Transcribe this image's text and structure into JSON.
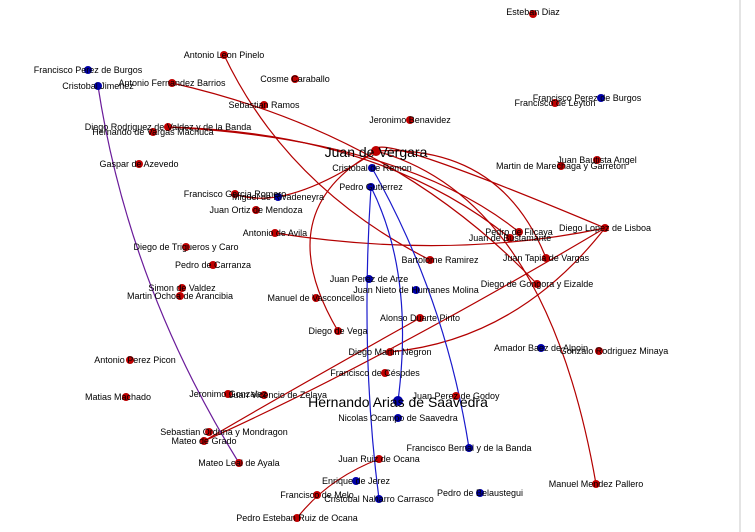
{
  "colors": {
    "red": "#c00000",
    "blue": "#0000aa",
    "purple": "#6a1b9a",
    "edge_red": "#b30000",
    "edge_blue": "#1a1acc",
    "edge_purple": "#6a1b9a"
  },
  "nodes": [
    {
      "id": "esteban-diaz",
      "label": "Esteban Diaz",
      "color": "red",
      "large": false
    },
    {
      "id": "antonio-leon-pinelo",
      "label": "Antonio Leon Pinelo",
      "color": "red",
      "large": false
    },
    {
      "id": "francisco-perez-de-burgos-l",
      "label": "Francisco Perez de Burgos",
      "color": "blue",
      "large": false
    },
    {
      "id": "cristobal-jimenez",
      "label": "Cristobal Jimenez",
      "color": "blue",
      "large": false
    },
    {
      "id": "antonio-fernandez-barrios",
      "label": "Antonio Fernandez Barrios",
      "color": "red",
      "large": false
    },
    {
      "id": "cosme-caraballo",
      "label": "Cosme Caraballo",
      "color": "red",
      "large": false
    },
    {
      "id": "sebastian-ramos",
      "label": "Sebastian Ramos",
      "color": "red",
      "large": false
    },
    {
      "id": "francisco-perez-de-burgos-r",
      "label": "Francisco Perez de Burgos",
      "color": "blue",
      "large": false
    },
    {
      "id": "francisco-de-leyton",
      "label": "Francisco de Leyton",
      "color": "red",
      "large": false
    },
    {
      "id": "jeronimo-benavidez",
      "label": "Jeronimo Benavidez",
      "color": "red",
      "large": false
    },
    {
      "id": "diego-rodriguez",
      "label": "Diego Rodriguez de Valdez y de la Banda",
      "color": "red",
      "large": false
    },
    {
      "id": "hernando-vargas-machuca",
      "label": "Hernando de Vargas Machuca",
      "color": "red",
      "large": false
    },
    {
      "id": "juan-de-vergara",
      "label": "Juan de Vergara",
      "color": "red",
      "large": true
    },
    {
      "id": "juan-bautista-angel",
      "label": "Juan Bautista Angel",
      "color": "red",
      "large": false
    },
    {
      "id": "martin-de-marechaga",
      "label": "Martin de Marechaga y Garreton",
      "color": "red",
      "large": false
    },
    {
      "id": "gaspar-de-azevedo",
      "label": "Gaspar de Azevedo",
      "color": "red",
      "large": false
    },
    {
      "id": "cristobal-de-remon",
      "label": "Cristobal de Remon",
      "color": "blue",
      "large": false
    },
    {
      "id": "pedro-gutierrez",
      "label": "Pedro Gutierrez",
      "color": "blue",
      "large": false
    },
    {
      "id": "francisco-garcia-romero",
      "label": "Francisco Garcia Romero",
      "color": "red",
      "large": false
    },
    {
      "id": "miguel-de-rivadeneyra",
      "label": "Miguel de Rivadeneyra",
      "color": "blue",
      "large": false
    },
    {
      "id": "juan-ortiz-de-mendoza",
      "label": "Juan Ortiz de Mendoza",
      "color": "red",
      "large": false
    },
    {
      "id": "diego-lopez-de-lisboa",
      "label": "Diego Lopez de Lisboa",
      "color": "red",
      "large": false
    },
    {
      "id": "pedro-de-filcaya",
      "label": "Pedro de Filcaya",
      "color": "red",
      "large": false
    },
    {
      "id": "juan-de-bustamante",
      "label": "Juan de Bustamante",
      "color": "red",
      "large": false
    },
    {
      "id": "antonio-de-avila",
      "label": "Antonio de Avila",
      "color": "red",
      "large": false
    },
    {
      "id": "diego-de-trigueros",
      "label": "Diego de Trigueros y Caro",
      "color": "red",
      "large": false
    },
    {
      "id": "juan-tapia-de-vargas",
      "label": "Juan Tapia de Vargas",
      "color": "red",
      "large": false
    },
    {
      "id": "pedro-de-carranza",
      "label": "Pedro de Carranza",
      "color": "red",
      "large": false
    },
    {
      "id": "bartolome-ramirez",
      "label": "Bartolome Ramirez",
      "color": "red",
      "large": false
    },
    {
      "id": "juan-perez-de-arze",
      "label": "Juan Perez de Arze",
      "color": "blue",
      "large": false
    },
    {
      "id": "diego-de-gongora",
      "label": "Diego de Gongora y Eizalde",
      "color": "red",
      "large": false
    },
    {
      "id": "simon-de-valdez",
      "label": "Simon de Valdez",
      "color": "red",
      "large": false
    },
    {
      "id": "juan-nieto",
      "label": "Juan Nieto de Humanes Molina",
      "color": "blue",
      "large": false
    },
    {
      "id": "martin-ochoa",
      "label": "Martin Ochoa de Arancibia",
      "color": "red",
      "large": false
    },
    {
      "id": "manuel-de-vasconcellos",
      "label": "Manuel de Vasconcellos",
      "color": "red",
      "large": false
    },
    {
      "id": "alonso-duarte-pinto",
      "label": "Alonso Duarte Pinto",
      "color": "red",
      "large": false
    },
    {
      "id": "diego-de-vega",
      "label": "Diego de Vega",
      "color": "red",
      "large": false
    },
    {
      "id": "amador-baez",
      "label": "Amador Baez de Alpoin",
      "color": "blue",
      "large": false
    },
    {
      "id": "gonzalo-rodriguez-minaya",
      "label": "Gonzalo Rodriguez Minaya",
      "color": "red",
      "large": false
    },
    {
      "id": "diego-martin-negron",
      "label": "Diego Martin Negron",
      "color": "red",
      "large": false
    },
    {
      "id": "antonio-perez-picon",
      "label": "Antonio Perez Picon",
      "color": "red",
      "large": false
    },
    {
      "id": "francisco-de-cespedes",
      "label": "Francisco de Céspdes",
      "color": "red",
      "large": false
    },
    {
      "id": "juan-perez-de-godoy",
      "label": "Juan Perez de Godoy",
      "color": "red",
      "large": false
    },
    {
      "id": "matias-machado",
      "label": "Matias Machado",
      "color": "red",
      "large": false
    },
    {
      "id": "jeronimo-gonzalez",
      "label": "Jeronimo Gonzalez",
      "color": "red",
      "large": false
    },
    {
      "id": "juan-vicencio-de-zelaya",
      "label": "Juan Vicencio de Zelaya",
      "color": "red",
      "large": false
    },
    {
      "id": "hernando-arias-de-saavedra",
      "label": "Hernando Arias de Saavedra",
      "color": "blue",
      "large": true
    },
    {
      "id": "nicolas-ocampo",
      "label": "Nicolas Ocampo de Saavedra",
      "color": "blue",
      "large": false
    },
    {
      "id": "sebastian-orduna",
      "label": "Sebastian Orduna y Mondragon",
      "color": "red",
      "large": false
    },
    {
      "id": "mateo-de-grado",
      "label": "Mateo de Grado",
      "color": "red",
      "large": false
    },
    {
      "id": "francisco-bernal",
      "label": "Francisco Bernal y de la Banda",
      "color": "blue",
      "large": false
    },
    {
      "id": "mateo-leal-de-ayala",
      "label": "Mateo Leal de Ayala",
      "color": "red",
      "large": false
    },
    {
      "id": "juan-ruiz-de-ocana",
      "label": "Juan Ruiz de Ocana",
      "color": "red",
      "large": false
    },
    {
      "id": "enrique-de-jerez",
      "label": "Enrique de Jerez",
      "color": "blue",
      "large": false
    },
    {
      "id": "manuel-mendez-pallero",
      "label": "Manuel Mendez Pallero",
      "color": "red",
      "large": false
    },
    {
      "id": "francisco-de-melo",
      "label": "Francisco de Melo",
      "color": "red",
      "large": false
    },
    {
      "id": "pedro-de-belaustegui",
      "label": "Pedro de Belaustegui",
      "color": "blue",
      "large": false
    },
    {
      "id": "cristobal-naharro",
      "label": "Cristobal Naharro Carrasco",
      "color": "blue",
      "large": false
    },
    {
      "id": "pedro-esteban-ruiz",
      "label": "Pedro Esteban Ruiz de Ocana",
      "color": "red",
      "large": false
    }
  ],
  "edges": [
    {
      "from": "juan-de-vergara",
      "to": "diego-lopez-de-lisboa",
      "color": "edge_red"
    },
    {
      "from": "juan-de-vergara",
      "to": "diego-de-vega",
      "color": "edge_red"
    },
    {
      "from": "juan-de-vergara",
      "to": "juan-tapia-de-vargas",
      "color": "edge_red"
    },
    {
      "from": "juan-de-vergara",
      "to": "francisco-garcia-romero",
      "color": "edge_red"
    },
    {
      "from": "juan-de-vergara",
      "to": "manuel-mendez-pallero",
      "color": "edge_red"
    },
    {
      "from": "diego-rodriguez",
      "to": "juan-de-bustamante",
      "color": "edge_red"
    },
    {
      "from": "diego-rodriguez",
      "to": "pedro-de-filcaya",
      "color": "edge_red"
    },
    {
      "from": "antonio-leon-pinelo",
      "to": "bartolome-ramirez",
      "color": "edge_red"
    },
    {
      "from": "antonio-fernandez-barrios",
      "to": "diego-de-gongora",
      "color": "edge_red"
    },
    {
      "from": "antonio-de-avila",
      "to": "diego-lopez-de-lisboa",
      "color": "edge_red"
    },
    {
      "from": "diego-lopez-de-lisboa",
      "to": "diego-martin-negron",
      "color": "edge_red"
    },
    {
      "from": "diego-lopez-de-lisboa",
      "to": "mateo-de-grado",
      "color": "edge_red"
    },
    {
      "from": "alonso-duarte-pinto",
      "to": "mateo-de-grado",
      "color": "edge_red"
    },
    {
      "from": "juan-ruiz-de-ocana",
      "to": "pedro-esteban-ruiz",
      "color": "edge_red"
    },
    {
      "from": "pedro-gutierrez",
      "to": "hernando-arias-de-saavedra",
      "color": "edge_blue"
    },
    {
      "from": "pedro-gutierrez",
      "to": "cristobal-naharro",
      "color": "edge_blue"
    },
    {
      "from": "cristobal-de-remon",
      "to": "francisco-bernal",
      "color": "edge_blue"
    },
    {
      "from": "cristobal-jimenez",
      "to": "mateo-leal-de-ayala",
      "color": "edge_purple"
    }
  ]
}
